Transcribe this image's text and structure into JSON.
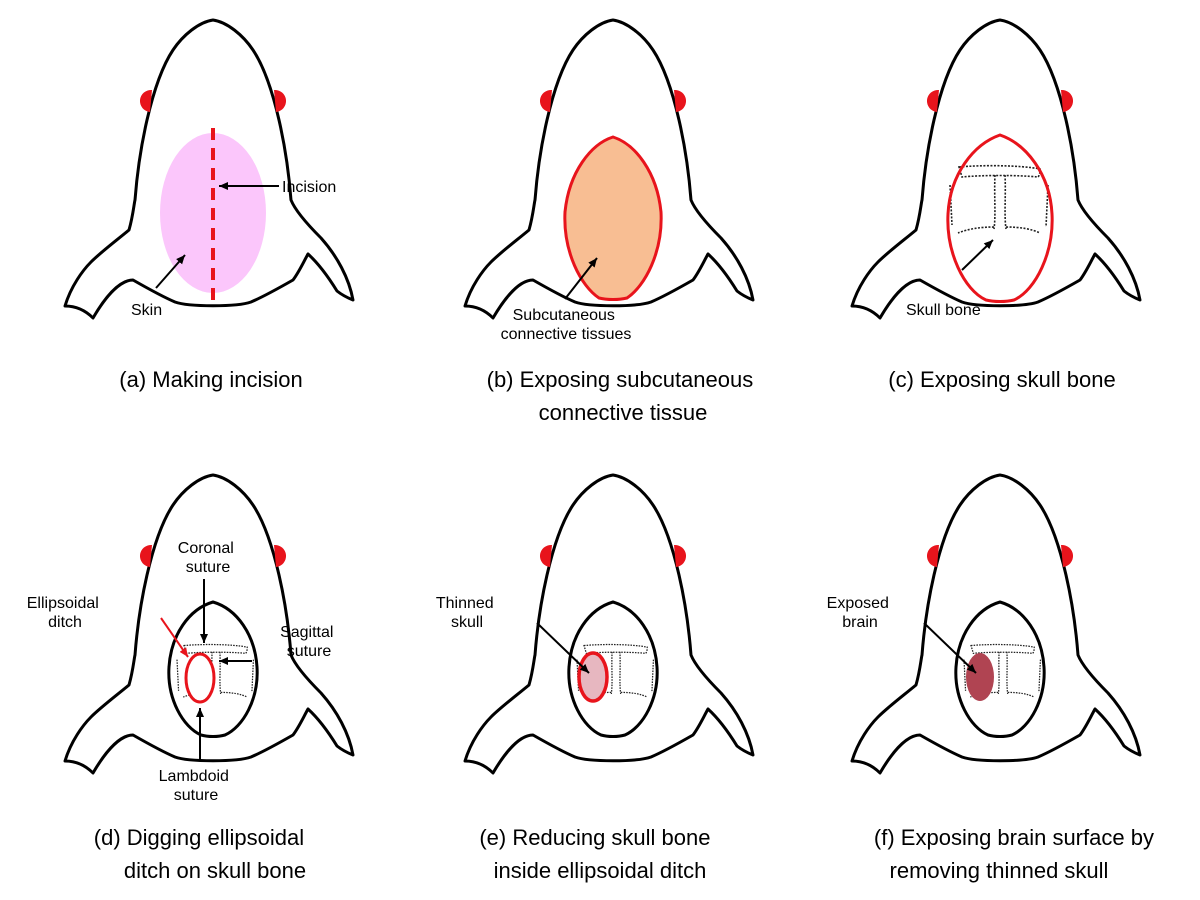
{
  "panels": [
    {
      "id": "a",
      "caption": [
        "(a) Making incision"
      ],
      "labels": {
        "incision": "Incision",
        "skin": "Skin"
      }
    },
    {
      "id": "b",
      "caption": [
        "(b) Exposing subcutaneous",
        "connective tissue"
      ],
      "labels": {
        "tissue": [
          "Subcutaneous",
          "connective tissues"
        ]
      }
    },
    {
      "id": "c",
      "caption": [
        "(c) Exposing skull bone"
      ],
      "labels": {
        "skull": "Skull bone"
      }
    },
    {
      "id": "d",
      "caption": [
        "(d) Digging ellipsoidal",
        "ditch on skull bone"
      ],
      "labels": {
        "coronal": [
          "Coronal",
          "suture"
        ],
        "ditch": [
          "Ellipsoidal",
          "ditch"
        ],
        "sagittal": [
          "Sagittal",
          "suture"
        ],
        "lambdoid": [
          "Lambdoid",
          "suture"
        ]
      }
    },
    {
      "id": "e",
      "caption": [
        "(e) Reducing skull bone",
        "inside ellipsoidal ditch"
      ],
      "labels": {
        "thinned": [
          "Thinned",
          "skull"
        ]
      }
    },
    {
      "id": "f",
      "caption": [
        "(f) Exposing brain surface by",
        "removing thinned skull"
      ],
      "labels": {
        "brain": [
          "Exposed",
          "brain"
        ]
      }
    }
  ],
  "colors": {
    "outline": "#000000",
    "ear": "#e8141c",
    "incision": "#e8141c",
    "skin": "#fbc6fb",
    "tissue": "#f8be93",
    "ditch": "#e8141c",
    "thinned": "#e7b7c0",
    "brain": "#b04452"
  }
}
